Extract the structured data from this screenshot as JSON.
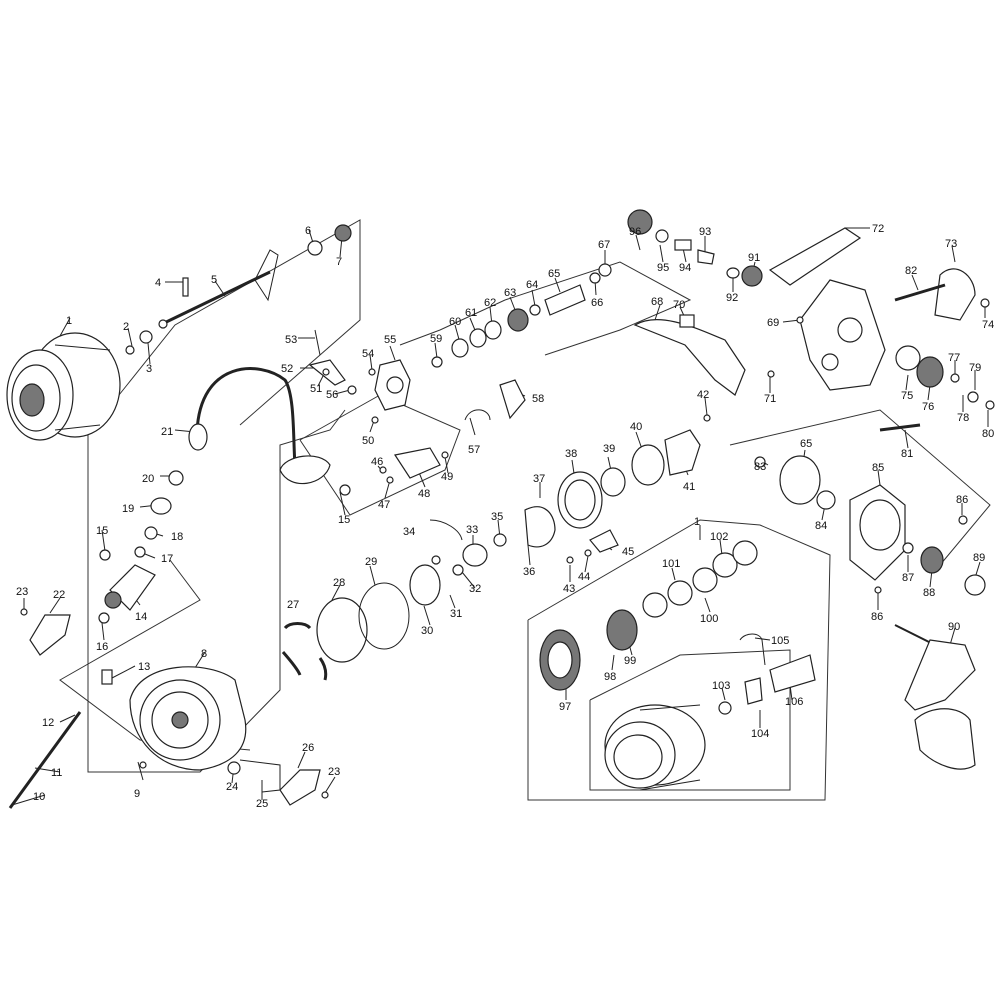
{
  "labels": {
    "p1": "1",
    "p2": "2",
    "p3": "3",
    "p4": "4",
    "p5": "5",
    "p6": "6",
    "p7": "7",
    "p8": "8",
    "p9": "9",
    "p10": "10",
    "p11": "11",
    "p12": "12",
    "p13": "13",
    "p14": "14",
    "p15": "15",
    "p16": "16",
    "p17": "17",
    "p18": "18",
    "p19": "19",
    "p20": "20",
    "p21": "21",
    "p22": "22",
    "p23": "23",
    "p24": "24",
    "p25": "25",
    "p26": "26",
    "p27": "27",
    "p28": "28",
    "p29": "29",
    "p30": "30",
    "p31": "31",
    "p32": "32",
    "p33": "33",
    "p34": "34",
    "p35": "35",
    "p36": "36",
    "p37": "37",
    "p38": "38",
    "p39": "39",
    "p40": "40",
    "p41": "41",
    "p42": "42",
    "p43": "43",
    "p44": "44",
    "p45": "45",
    "p46": "46",
    "p47": "47",
    "p48": "48",
    "p49": "49",
    "p50": "50",
    "p51": "51",
    "p52": "52",
    "p53": "53",
    "p54": "54",
    "p55": "55",
    "p56": "56",
    "p57": "57",
    "p58": "58",
    "p59": "59",
    "p60": "60",
    "p61": "61",
    "p62": "62",
    "p63": "63",
    "p64": "64",
    "p65": "65",
    "p66": "66",
    "p67": "67",
    "p68": "68",
    "p69": "69",
    "p70": "70",
    "p71": "71",
    "p72": "72",
    "p73": "73",
    "p74": "74",
    "p75": "75",
    "p76": "76",
    "p77": "77",
    "p78": "78",
    "p79": "79",
    "p80": "80",
    "p81": "81",
    "p82": "82",
    "p83": "83",
    "p84": "84",
    "p85": "85",
    "p86": "86",
    "p87": "87",
    "p88": "88",
    "p89": "89",
    "p90": "90",
    "p91": "91",
    "p92": "92",
    "p93": "93",
    "p94": "94",
    "p95": "95",
    "p96": "96",
    "p97": "97",
    "p98": "98",
    "p99": "99",
    "p100": "100",
    "p101": "101",
    "p102": "102",
    "p103": "103",
    "p104": "104",
    "p105": "105",
    "p106": "106"
  }
}
